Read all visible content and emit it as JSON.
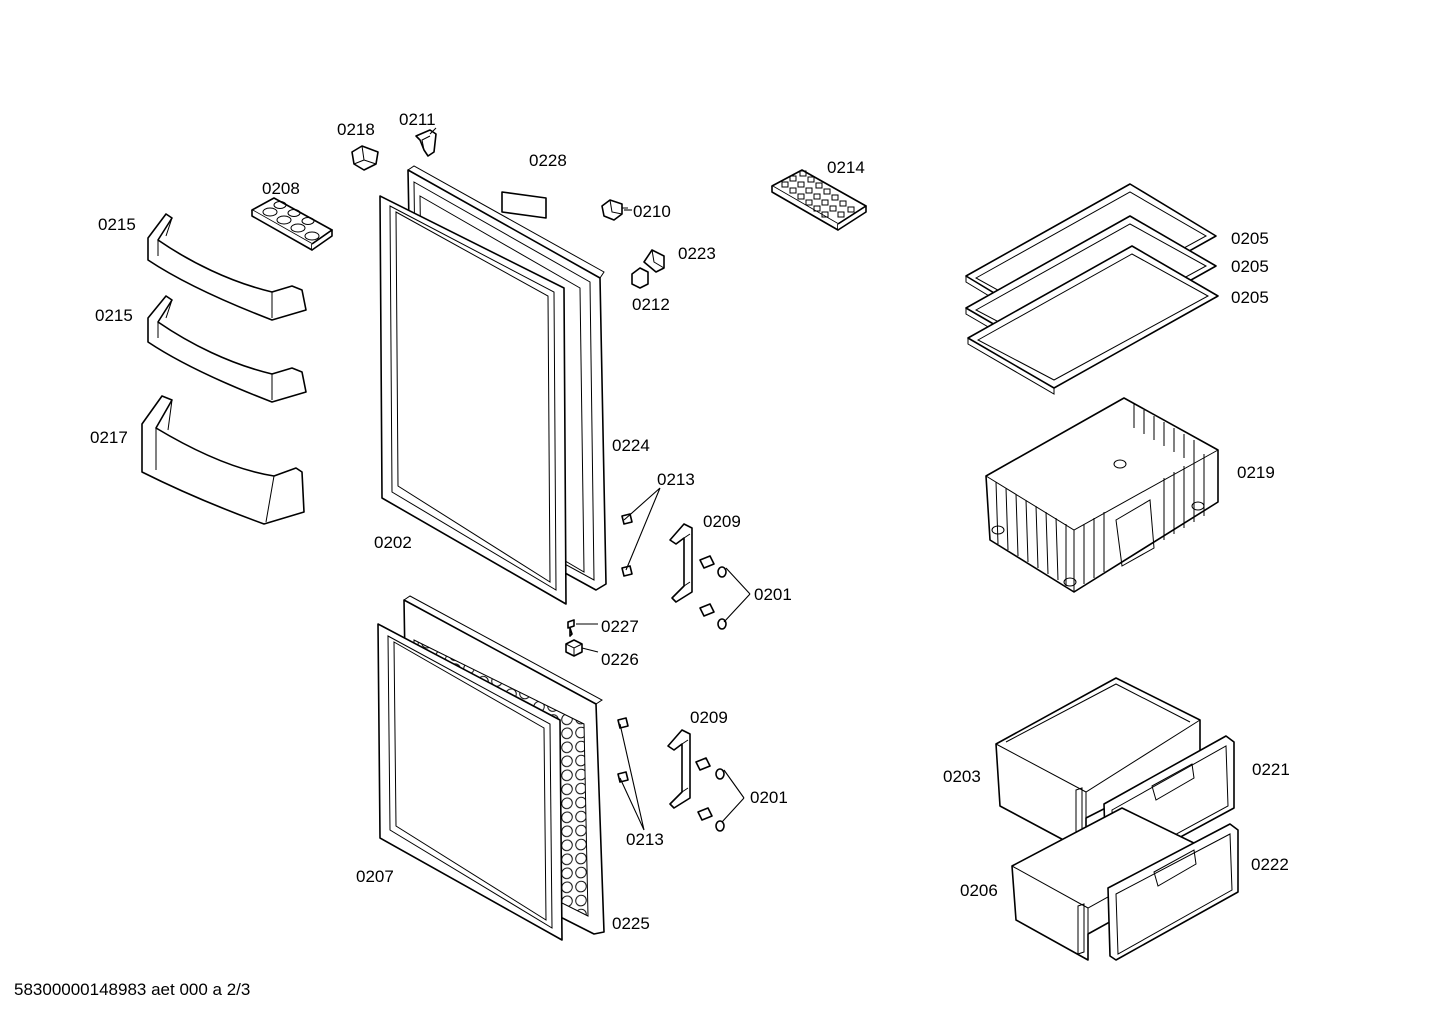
{
  "labels": {
    "p0218": "0218",
    "p0211": "0211",
    "p0228": "0228",
    "p0214": "0214",
    "p0208": "0208",
    "p0215a": "0215",
    "p0215b": "0215",
    "p0217": "0217",
    "p0210": "0210",
    "p0223": "0223",
    "p0212": "0212",
    "p0205a": "0205",
    "p0205b": "0205",
    "p0205c": "0205",
    "p0224": "0224",
    "p0213a": "0213",
    "p0209a": "0209",
    "p0202": "0202",
    "p0201a": "0201",
    "p0219": "0219",
    "p0227": "0227",
    "p0226": "0226",
    "p0209b": "0209",
    "p0201b": "0201",
    "p0213b": "0213",
    "p0207": "0207",
    "p0225": "0225",
    "p0203": "0203",
    "p0221": "0221",
    "p0206": "0206",
    "p0222": "0222"
  },
  "footer": "58300000148983 aet 000 a 2/3"
}
